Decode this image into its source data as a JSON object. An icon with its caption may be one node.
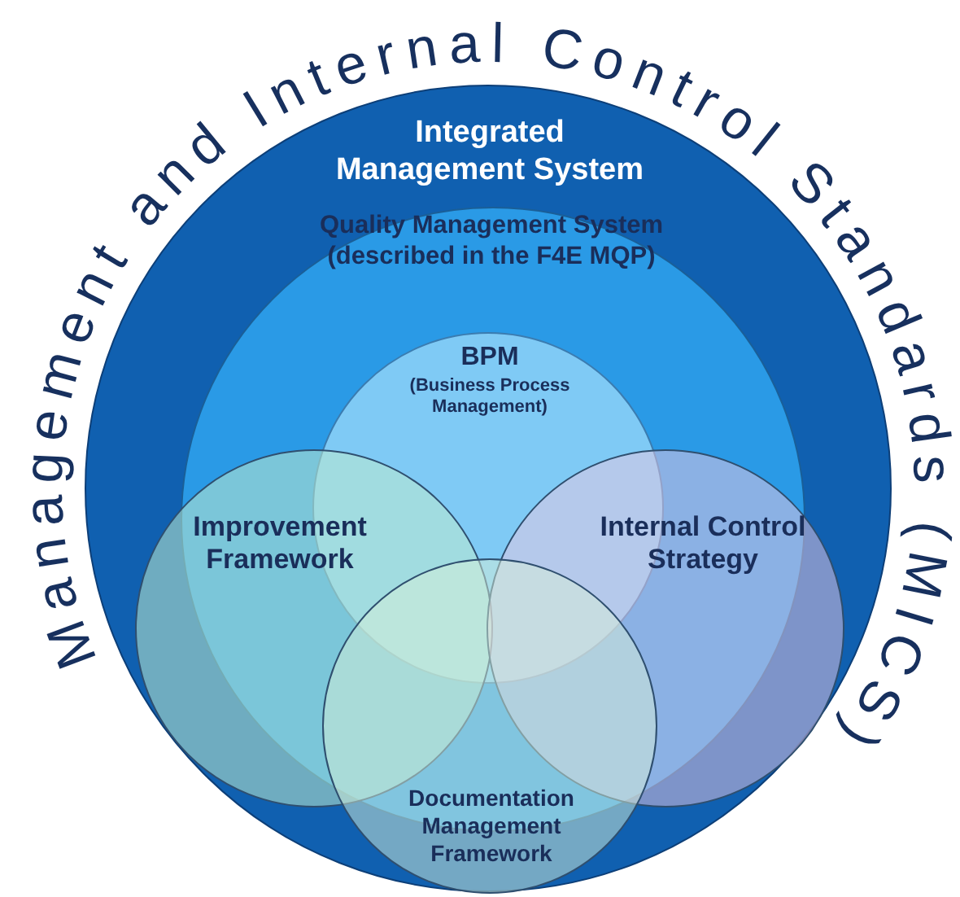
{
  "diagram": {
    "nodes": [
      {
        "text": [
          "Integrated Management System"
        ]
      },
      {
        "text": [
          "Quality Management System (described in the F4E MQP)"
        ],
        "in": 0
      },
      {
        "text": [
          "BPM",
          "(Business Process Management)"
        ],
        "in": 1
      },
      {
        "text": [
          "Improvement Framework"
        ],
        "in": 0
      },
      {
        "text": [
          "Internal Control Strategy"
        ],
        "in": 0
      },
      {
        "text": [
          "Documentation Management Framework"
        ],
        "in": 0
      }
    ],
    "labels": [
      "Management and Internal Control Standards (MICS)"
    ]
  }
}
